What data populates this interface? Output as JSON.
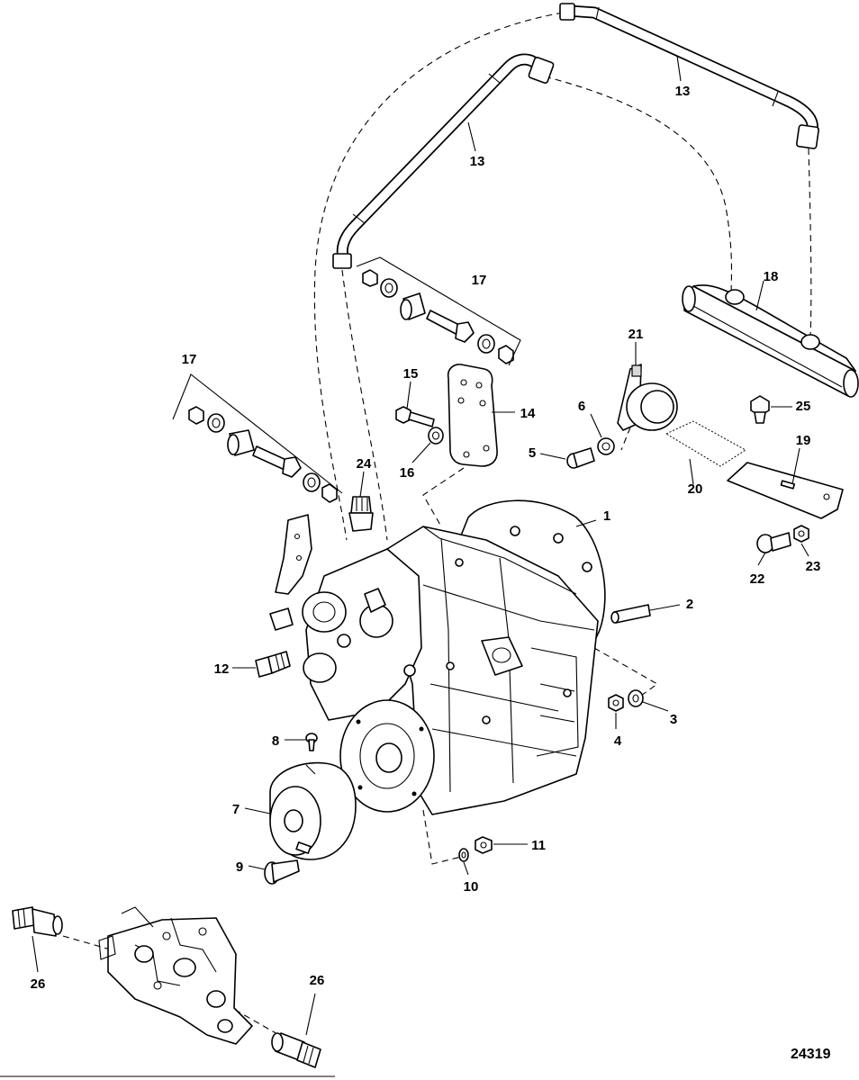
{
  "figure": {
    "number": "24319"
  },
  "callouts": [
    {
      "id": "1",
      "text": "1"
    },
    {
      "id": "2",
      "text": "2"
    },
    {
      "id": "3",
      "text": "3"
    },
    {
      "id": "4",
      "text": "4"
    },
    {
      "id": "5",
      "text": "5"
    },
    {
      "id": "6",
      "text": "6"
    },
    {
      "id": "7",
      "text": "7"
    },
    {
      "id": "8",
      "text": "8"
    },
    {
      "id": "9",
      "text": "9"
    },
    {
      "id": "10",
      "text": "10"
    },
    {
      "id": "11",
      "text": "11"
    },
    {
      "id": "12",
      "text": "12"
    },
    {
      "id": "13a",
      "text": "13"
    },
    {
      "id": "13b",
      "text": "13"
    },
    {
      "id": "14",
      "text": "14"
    },
    {
      "id": "15",
      "text": "15"
    },
    {
      "id": "16",
      "text": "16"
    },
    {
      "id": "17a",
      "text": "17"
    },
    {
      "id": "17b",
      "text": "17"
    },
    {
      "id": "18",
      "text": "18"
    },
    {
      "id": "19",
      "text": "19"
    },
    {
      "id": "20",
      "text": "20"
    },
    {
      "id": "21",
      "text": "21"
    },
    {
      "id": "22",
      "text": "22"
    },
    {
      "id": "23",
      "text": "23"
    },
    {
      "id": "24",
      "text": "24"
    },
    {
      "id": "25",
      "text": "25"
    },
    {
      "id": "26a",
      "text": "26"
    },
    {
      "id": "26b",
      "text": "26"
    }
  ]
}
